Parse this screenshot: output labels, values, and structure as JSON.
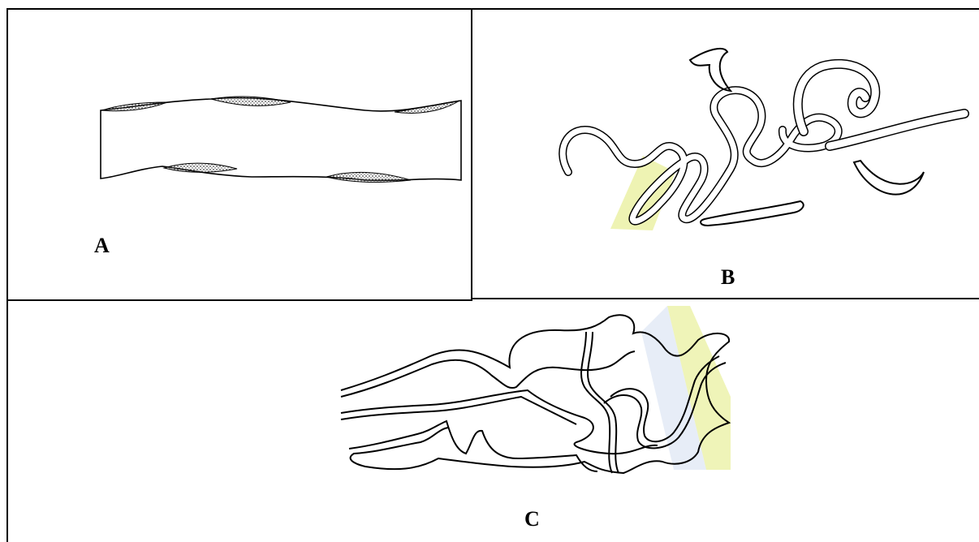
{
  "panels": {
    "a": {
      "label": "A"
    },
    "b": {
      "label": "B"
    },
    "c": {
      "label": "C"
    }
  },
  "colors": {
    "line": "#000000",
    "stipple": "#444444",
    "watermark_yellow": "#e8ef9a",
    "watermark_blue": "#dde6f3"
  }
}
